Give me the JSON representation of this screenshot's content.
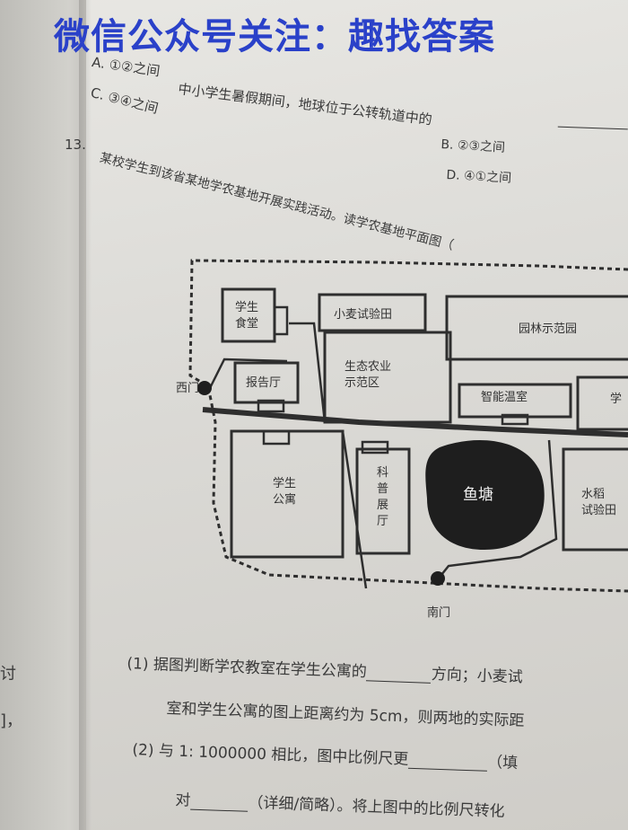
{
  "watermark": "微信公众号关注：趣找答案",
  "question12": {
    "option_a": "A. ①②之间",
    "option_c": "C. ③④之间",
    "option_b": "B. ②③之间",
    "option_d": "D. ④①之间",
    "stem_tail": "中小学生暑假期间，地球位于公转轨道中的"
  },
  "question13": {
    "number": "13.",
    "stem": "某校学生到该省某地学农基地开展实践活动。读学农基地平面图（"
  },
  "map": {
    "labels": {
      "canteen": "学生食堂",
      "wheat_field": "小麦试验田",
      "garden_demo": "园林示范园",
      "report_hall": "报告厅",
      "eco_agri": "生态农业示范区",
      "smart_greenhouse": "智能温室",
      "partial_right": "学",
      "west_gate": "西门",
      "dorm": "学生公寓",
      "science_hall": "科普展厅",
      "fish_pond": "鱼塘",
      "rice_field": "水稻试验田",
      "south_gate": "南门"
    }
  },
  "sub1": {
    "line1_a": "(1) 据图判断学农教室在学生公寓的",
    "line1_b": "方向；小麦试",
    "line2": "室和学生公寓的图上距离约为 5cm，则两地的实际距"
  },
  "sub2": {
    "line1_a": "(2) 与 1: 1000000 相比，图中比例尺更",
    "line1_b": "（填",
    "line2_a": "对",
    "line2_b": "（详细/简略）。将上图中的比例尺转化"
  },
  "left_margin": {
    "char1": "讨",
    "char2": "]，"
  }
}
